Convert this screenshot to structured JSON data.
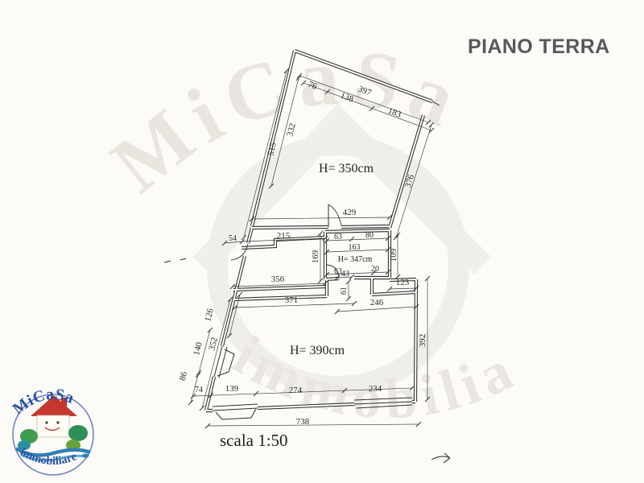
{
  "title": "PIANO TERRA",
  "scale_label": "scala 1:50",
  "watermark": {
    "line1": "MiCaSa",
    "line2": "immobiliare"
  },
  "logo": {
    "arc_top": "MiCaSa",
    "arc_bottom": "immobiliare"
  },
  "plan": {
    "heights": {
      "top": "H= 350cm",
      "small": "H= 347cm",
      "lower": "H= 390cm"
    },
    "dims": {
      "d397": "397",
      "d76": "76",
      "d138": "138",
      "d183": "183",
      "d515": "515",
      "d332": "332",
      "d376": "376",
      "d429": "429",
      "d54": "54",
      "d215": "215",
      "d63a": "63",
      "d80": "80",
      "d163": "163",
      "d63b": "63",
      "d20": "20",
      "d169": "169",
      "d109": "109",
      "d43": "43",
      "d61": "61",
      "d356": "356",
      "d371": "371",
      "d123": "123",
      "d246": "246",
      "d126": "126",
      "d140": "140",
      "d352": "352",
      "d86": "86",
      "d74": "74",
      "d139": "139",
      "d274": "274",
      "d234": "234",
      "d392": "392",
      "d738": "738"
    }
  },
  "colors": {
    "background": "#fcfbf8",
    "title": "#57585a",
    "line": "#2f2f2f",
    "brand_blue": "#2b4fa2",
    "roof_red": "#c4372f",
    "leaf_green": "#3f9b4e",
    "water_teal": "#2f7fb5",
    "watermark": "#e9e6df"
  }
}
